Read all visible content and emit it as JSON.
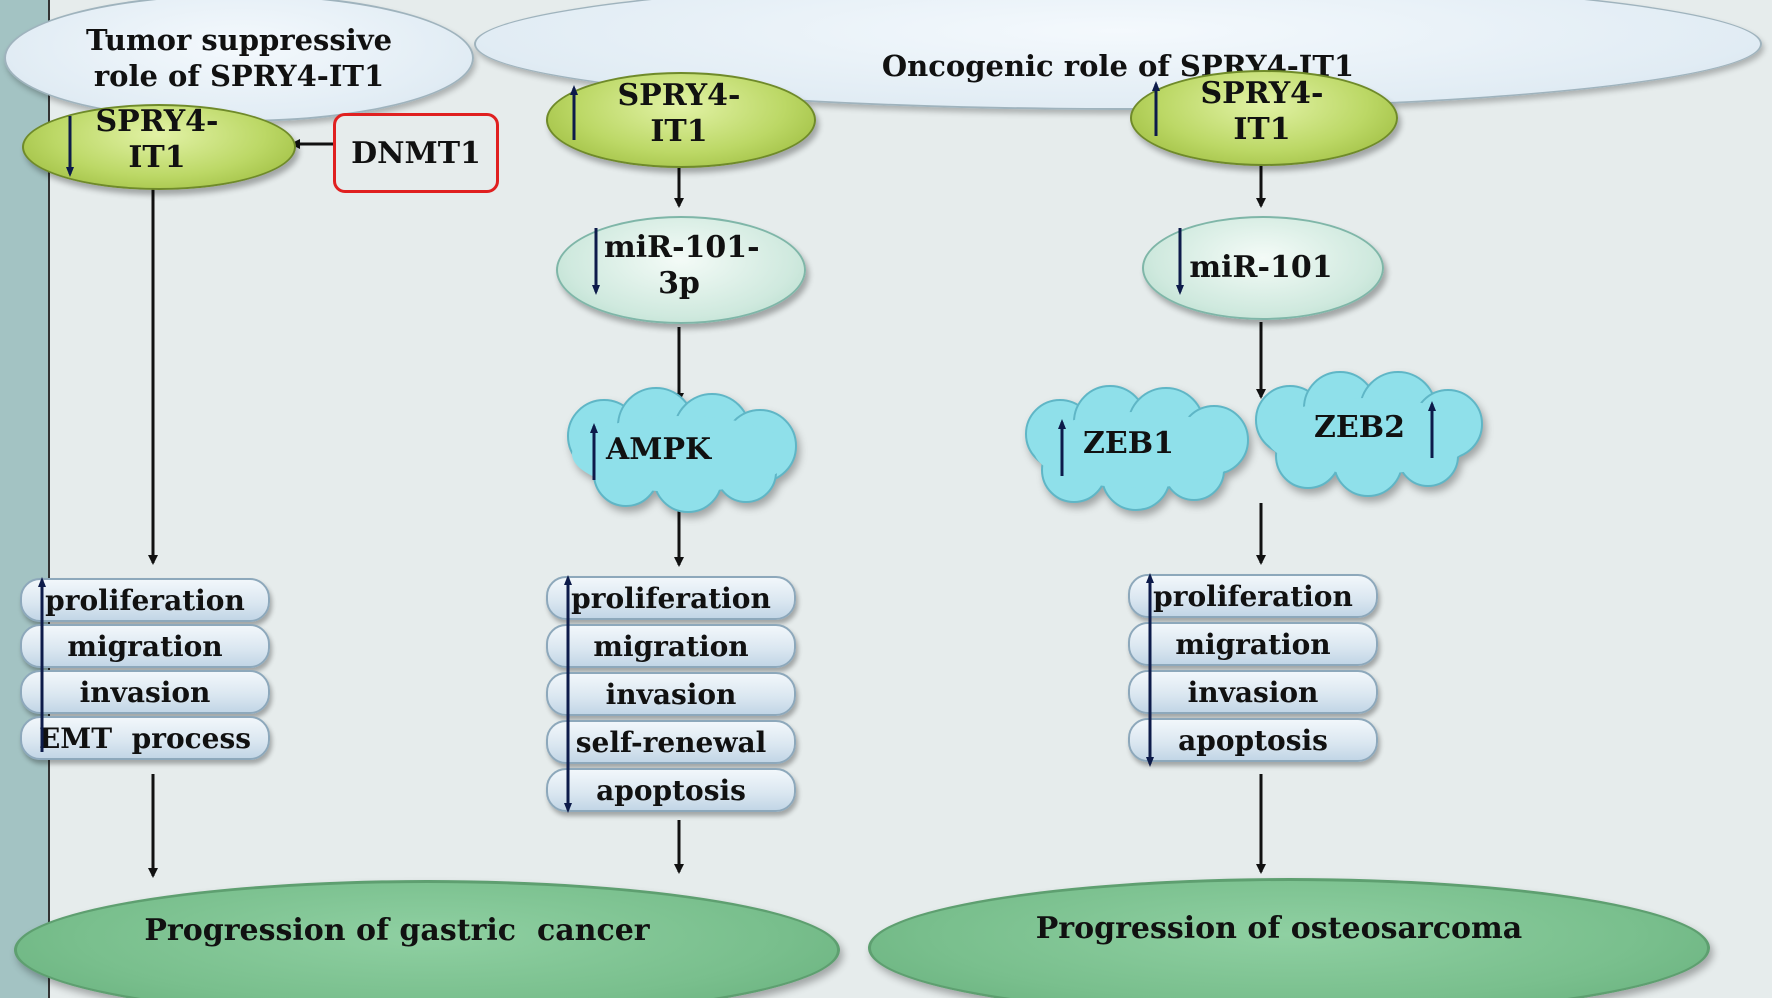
{
  "colors": {
    "panel_bg": "#e6ecec",
    "left_strip": "#a3c3c3",
    "lncrna_green": "#bcd866",
    "mirna_green": "#cfe9de",
    "cloud_cyan": "#8fe0ea",
    "progression_green": "#79bf8d",
    "dnmt1_border": "#e02020",
    "arrow_dark_blue": "#0d1b4a"
  },
  "headers": {
    "tumor_suppressive": "Tumor suppressive role of SPRY4-IT1",
    "oncogenic": "Oncogenic role of SPRY4-IT1"
  },
  "left_column": {
    "lncrna": {
      "line1": "SPRY4-",
      "line2": "IT1",
      "direction": "down"
    },
    "regulator": "DNMT1",
    "outcomes": [
      {
        "label": "proliferation",
        "direction": "up"
      },
      {
        "label": "migration",
        "direction": "up"
      },
      {
        "label": "invasion",
        "direction": "up"
      },
      {
        "label": "EMT  process",
        "direction": "up"
      }
    ],
    "progression": "Progression of gastric  cancer"
  },
  "middle_column": {
    "lncrna": {
      "line1": "SPRY4-",
      "line2": "IT1",
      "direction": "up"
    },
    "mirna": {
      "line1": "miR-101-",
      "line2": "3p",
      "direction": "down"
    },
    "effector": {
      "label": "AMPK",
      "direction": "up"
    },
    "outcomes": [
      {
        "label": "proliferation",
        "direction": "up"
      },
      {
        "label": "migration",
        "direction": "up"
      },
      {
        "label": "invasion",
        "direction": "up"
      },
      {
        "label": "self-renewal",
        "direction": "up"
      },
      {
        "label": "apoptosis",
        "direction": "down"
      }
    ]
  },
  "right_column": {
    "lncrna": {
      "line1": "SPRY4-",
      "line2": "IT1",
      "direction": "up"
    },
    "mirna": {
      "label": "miR-101",
      "direction": "down"
    },
    "effectors": [
      {
        "label": "ZEB1",
        "direction": "up"
      },
      {
        "label": "ZEB2",
        "direction": "up"
      }
    ],
    "outcomes": [
      {
        "label": "proliferation",
        "direction": "up"
      },
      {
        "label": "migration",
        "direction": "up"
      },
      {
        "label": "invasion",
        "direction": "up"
      },
      {
        "label": "apoptosis",
        "direction": "down"
      }
    ],
    "progression": "Progression of osteosarcoma"
  }
}
